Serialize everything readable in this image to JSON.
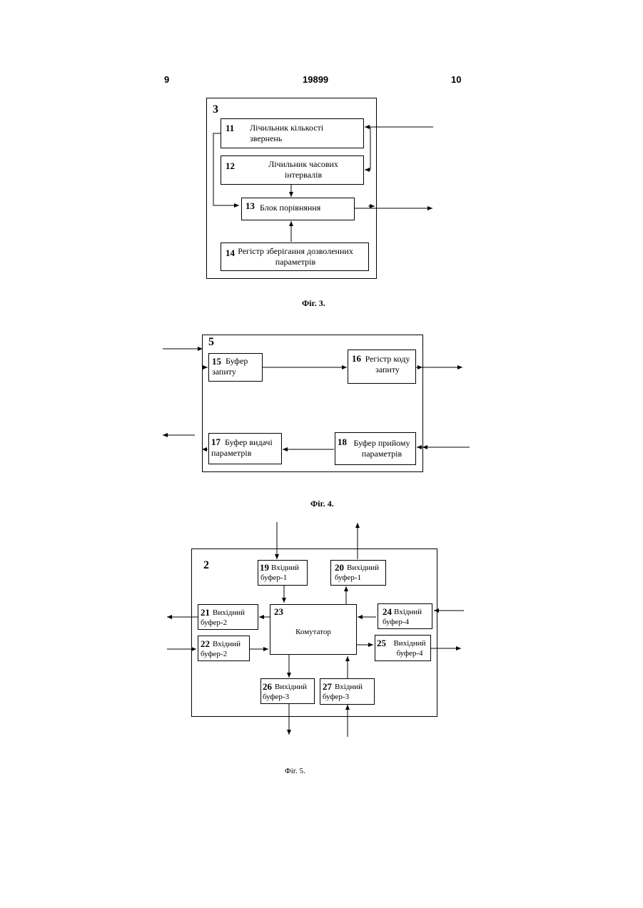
{
  "header": {
    "page_left": "9",
    "patent_number": "19899",
    "page_right": "10"
  },
  "fig3": {
    "block_number": "3",
    "caption": "Фіг. 3.",
    "blocks": [
      {
        "num": "11",
        "label": "Лічильник кількості звернень"
      },
      {
        "num": "12",
        "label": "Лічильник часових інтервалів"
      },
      {
        "num": "13",
        "label": "Блок порівняння"
      },
      {
        "num": "14",
        "label": "Регістр зберігання дозволенних параметрів"
      }
    ]
  },
  "fig4": {
    "block_number": "5",
    "caption": "Фіг. 4.",
    "blocks": [
      {
        "num": "15",
        "label": "Буфер запиту"
      },
      {
        "num": "16",
        "label": "Регістр коду запиту"
      },
      {
        "num": "17",
        "label": "Буфер видачі параметрів"
      },
      {
        "num": "18",
        "label": "Буфер прийому параметрів"
      }
    ]
  },
  "fig5": {
    "block_number": "2",
    "caption": "Фіг. 5.",
    "blocks": [
      {
        "num": "19",
        "label": "Вхідний буфер-1"
      },
      {
        "num": "20",
        "label": "Вихідний буфер-1"
      },
      {
        "num": "21",
        "label": "Вихідний буфер-2"
      },
      {
        "num": "22",
        "label": "Вхідний буфер-2"
      },
      {
        "num": "23",
        "label": "Комутатор"
      },
      {
        "num": "24",
        "label": "Вхідний буфер-4"
      },
      {
        "num": "25",
        "label": "Вихідний буфер-4"
      },
      {
        "num": "26",
        "label": "Вихідний буфер-3"
      },
      {
        "num": "27",
        "label": "Вхідний буфер-3"
      }
    ]
  }
}
